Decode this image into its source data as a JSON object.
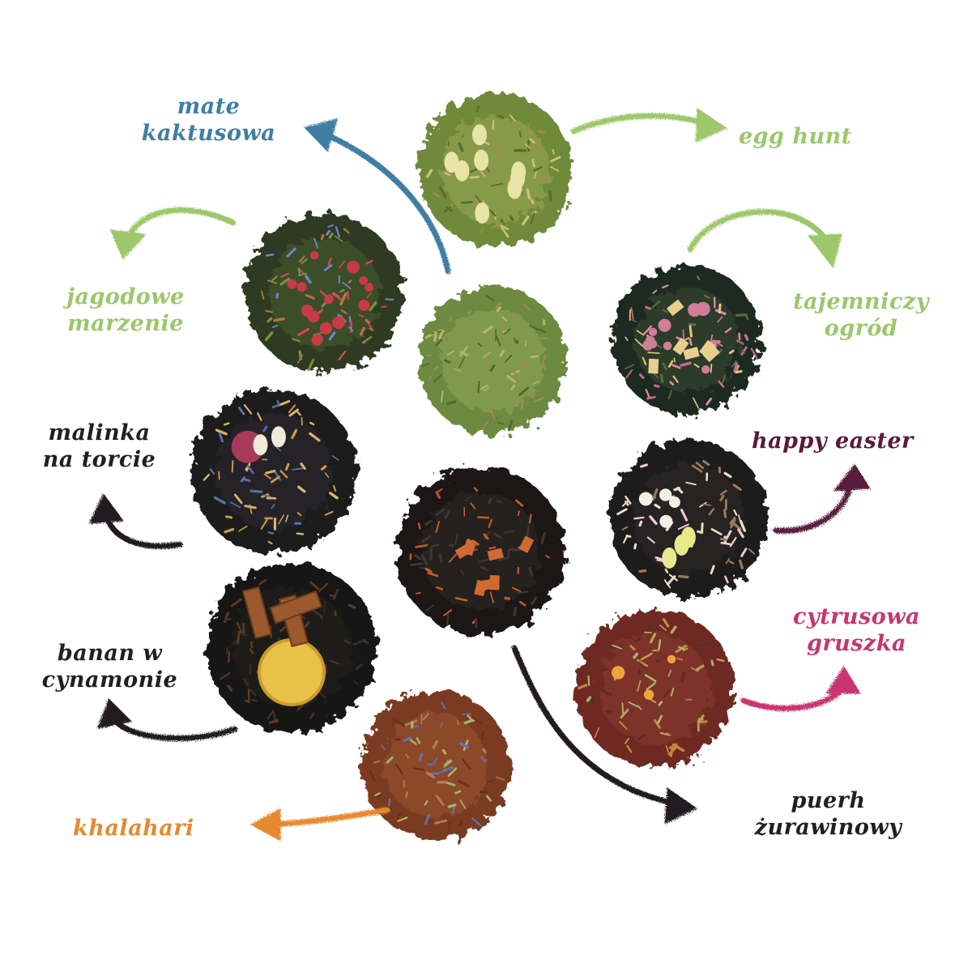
{
  "colors": {
    "blue": "#3f7ea3",
    "green": "#9cc76a",
    "dark": "#231f20",
    "plum": "#5a1a3c",
    "pink": "#c8356f",
    "orange": "#e58a2e"
  },
  "teas": [
    {
      "name": "mate kaktusowa",
      "lines": [
        "mate",
        "kaktusowa"
      ],
      "color": "#3f7ea3",
      "icon": "loose-green-herbal-tea-icon"
    },
    {
      "name": "egg hunt",
      "lines": [
        "egg hunt"
      ],
      "color": "#9cc76a",
      "icon": "green-tea-with-egg-sprinkles-icon"
    },
    {
      "name": "jagodowe marzenie",
      "lines": [
        "jagodowe",
        "marzenie"
      ],
      "color": "#9cc76a",
      "icon": "green-tea-with-berries-icon"
    },
    {
      "name": "tajemniczy ogród",
      "lines": [
        "tajemniczy",
        "ogród"
      ],
      "color": "#9cc76a",
      "icon": "tea-with-rosebuds-icon"
    },
    {
      "name": "malinka na torcie",
      "lines": [
        "malinka",
        "na torcie"
      ],
      "color": "#231f20",
      "icon": "black-tea-with-raspberry-icon"
    },
    {
      "name": "happy easter",
      "lines": [
        "happy easter"
      ],
      "color": "#5a1a3c",
      "icon": "black-tea-with-sprinkles-icon"
    },
    {
      "name": "banan w cynamonie",
      "lines": [
        "banan w",
        "cynamonie"
      ],
      "color": "#231f20",
      "icon": "black-tea-banana-cinnamon-icon"
    },
    {
      "name": "cytrusowa gruszka",
      "lines": [
        "cytrusowa",
        "gruszka"
      ],
      "color": "#c8356f",
      "icon": "fruit-tea-with-orange-icon"
    },
    {
      "name": "khalahari",
      "lines": [
        "khalahari"
      ],
      "color": "#e58a2e",
      "icon": "rooibos-with-cornflower-icon"
    },
    {
      "name": "puerh żurawinowy",
      "lines": [
        "puerh",
        "żurawinowy"
      ],
      "color": "#231f20",
      "icon": "puerh-tea-with-cranberry-icon"
    }
  ]
}
